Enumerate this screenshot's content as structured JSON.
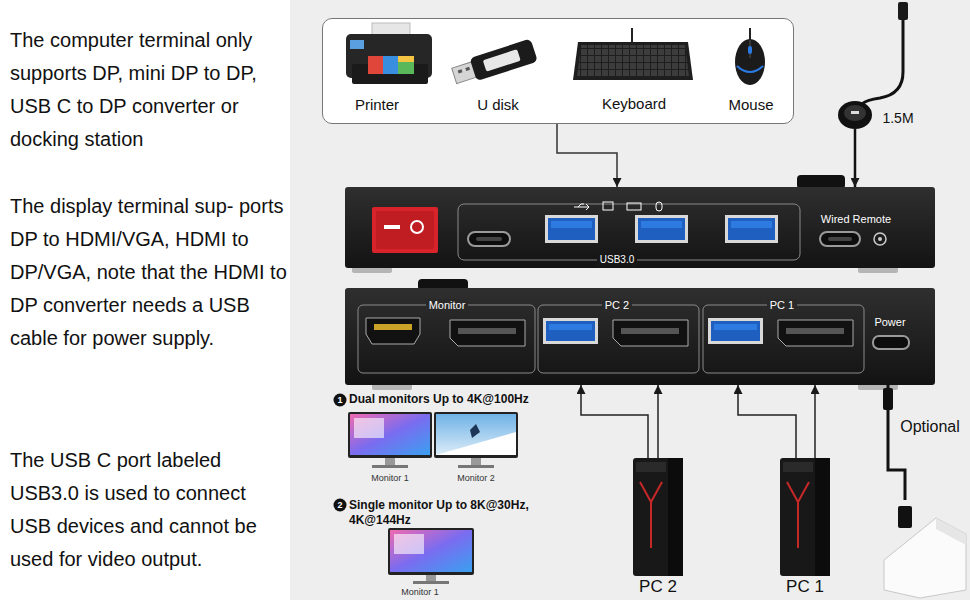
{
  "diagram": {
    "nodes": [
      {
        "text": [
          "Printer",
          "U disk",
          "Keyboard",
          "Mouse"
        ]
      },
      {
        "text": [
          "1.5M"
        ]
      },
      {
        "text": [
          "USB3.0",
          "Wired Remote"
        ]
      },
      {
        "text": [
          "Monitor",
          "PC 2",
          "PC 1",
          "Power"
        ]
      },
      {
        "text": [
          "Optional"
        ]
      },
      {
        "text": [
          "PC 2"
        ]
      },
      {
        "text": [
          "PC 1"
        ]
      }
    ],
    "edges": [
      {
        "from": 0,
        "to": 2,
        "arrow": "to"
      },
      {
        "from": 1,
        "to": 2,
        "arrow": "to"
      },
      {
        "from": 5,
        "to": 3,
        "arrow": "to"
      },
      {
        "from": 5,
        "to": 3,
        "arrow": "to"
      },
      {
        "from": 6,
        "to": 3,
        "arrow": "to"
      },
      {
        "from": 6,
        "to": 3,
        "arrow": "to"
      },
      {
        "from": 3,
        "to": 4,
        "arrow": "none"
      }
    ],
    "labels": [
      "The computer terminal only supports DP, mini DP to DP, USB C to DP converter or docking station",
      "The display terminal sup- ports DP to HDMI/VGA, HDMI to DP/VGA, note that the HDMI to DP converter needs a USB cable for power supply.",
      "The USB C port labeled USB3.0 is used to connect USB devices and cannot be used for video output.",
      "1",
      "Dual monitors Up to 4K@100Hz",
      "Monitor 1",
      "Monitor 2",
      "2",
      "Single monitor Up to 8K@30Hz, 4K@144Hz",
      "Monitor 1"
    ]
  }
}
